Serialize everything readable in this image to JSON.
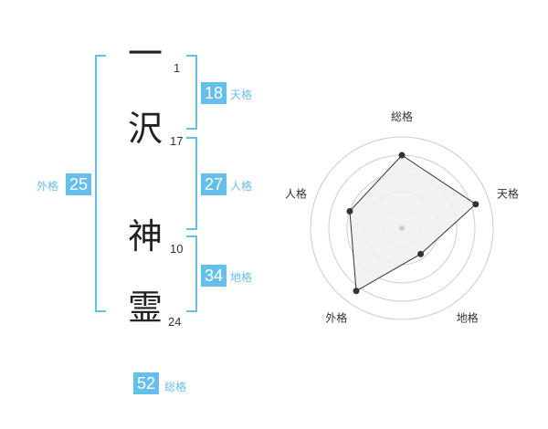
{
  "name_chars": [
    {
      "char": "一",
      "strokes": "1"
    },
    {
      "char": "沢",
      "strokes": "17"
    },
    {
      "char": "神",
      "strokes": "10"
    },
    {
      "char": "霊",
      "strokes": "24"
    }
  ],
  "kaku": {
    "tenkaku": {
      "value": "18",
      "label": "天格"
    },
    "jinkaku": {
      "value": "27",
      "label": "人格"
    },
    "chikaku": {
      "value": "34",
      "label": "地格"
    },
    "gaikaku": {
      "value": "25",
      "label": "外格"
    },
    "soukaku": {
      "value": "52",
      "label": "総格"
    }
  },
  "radar": {
    "axes": [
      "総格",
      "天格",
      "地格",
      "外格",
      "人格"
    ],
    "values": [
      0.8,
      0.85,
      0.35,
      0.85,
      0.6
    ],
    "colors": {
      "fill": "#f0f0f0",
      "line": "#333333",
      "grid": "#cccccc",
      "accent": "#66bfea"
    }
  }
}
